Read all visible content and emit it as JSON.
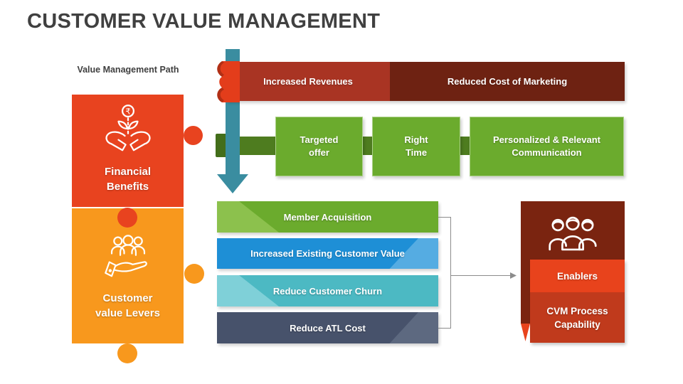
{
  "title": "CUSTOMER VALUE MANAGEMENT",
  "title_color": "#404040",
  "path_label": "Value Management Path",
  "flow_arrow": {
    "icon": "down-arrow",
    "color": "#3A8DA0"
  },
  "benefits_bar": {
    "ribbon_color": "#E33D1B",
    "segments": [
      {
        "label": "Increased Revenues",
        "color": "#A93423"
      },
      {
        "label": "Reduced Cost of Marketing",
        "color": "#6E2212"
      }
    ]
  },
  "puzzle": {
    "financial": {
      "label": "Financial Benefits",
      "color": "#E8431F",
      "icon": "hands-holding-growth-rupee-icon"
    },
    "customer": {
      "label": "Customer value Levers",
      "color": "#F8981D",
      "icon": "customers-on-hand-icon"
    }
  },
  "tactics_row": {
    "spine_color": "#4E7C1F",
    "notch_color": "#436E1A",
    "box_color": "#6BAB2D",
    "items": [
      {
        "label": "Targeted offer"
      },
      {
        "label": "Right Time"
      },
      {
        "label": "Personalized & Relevant Communication"
      }
    ]
  },
  "levers": [
    {
      "label": "Member Acquisition",
      "color": "#6BAB2D",
      "accent": "#8CC14D"
    },
    {
      "label": "Increased Existing Customer Value",
      "color": "#1E8FD6",
      "accent": "#55ACE2"
    },
    {
      "label": "Reduce Customer Churn",
      "color": "#4CB9C3",
      "accent": "#7FD0D8"
    },
    {
      "label": "Reduce ATL Cost",
      "color": "#47526B",
      "accent": "#5D6980"
    }
  ],
  "connector_color": "#8C8C8C",
  "enablers": {
    "box_color": "#7A2410",
    "fold_color": "#E8431C",
    "icon": "team-icon",
    "bands": [
      {
        "label": "Enablers",
        "color": "#E8431C"
      },
      {
        "label": "CVM Process Capability",
        "color": "#C03A1C"
      }
    ]
  }
}
